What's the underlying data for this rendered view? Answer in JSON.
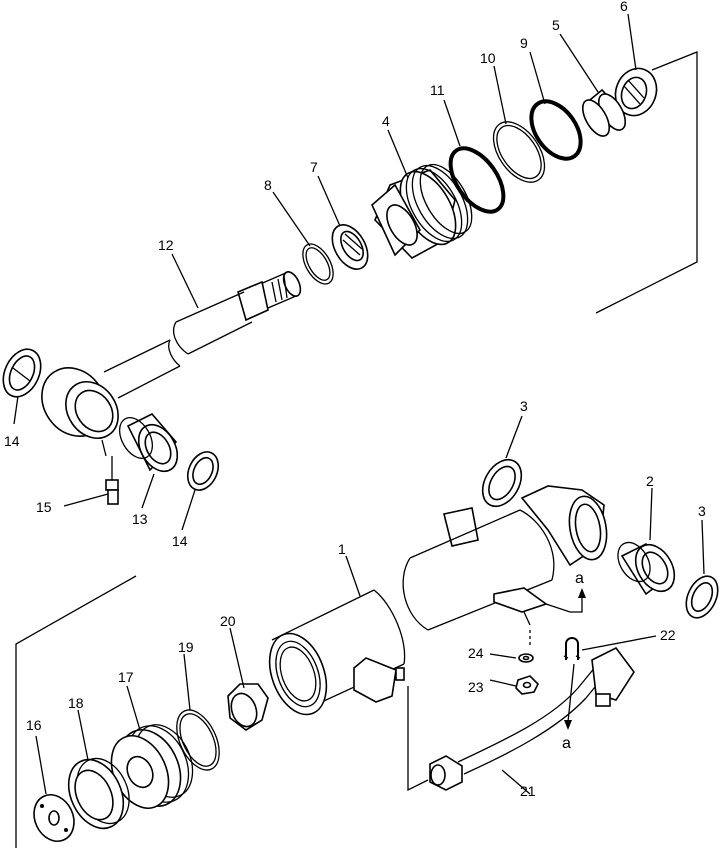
{
  "callouts": {
    "c1": "1",
    "c2": "2",
    "c3a": "3",
    "c3b": "3",
    "c4": "4",
    "c5": "5",
    "c6": "6",
    "c7": "7",
    "c8": "8",
    "c9": "9",
    "c10": "10",
    "c11": "11",
    "c12": "12",
    "c13": "13",
    "c14a": "14",
    "c14b": "14",
    "c15": "15",
    "c16": "16",
    "c17": "17",
    "c18": "18",
    "c19": "19",
    "c20": "20",
    "c21": "21",
    "c22": "22",
    "c23": "23",
    "c24": "24"
  },
  "markers": {
    "a_top": "a",
    "a_bottom": "a"
  }
}
